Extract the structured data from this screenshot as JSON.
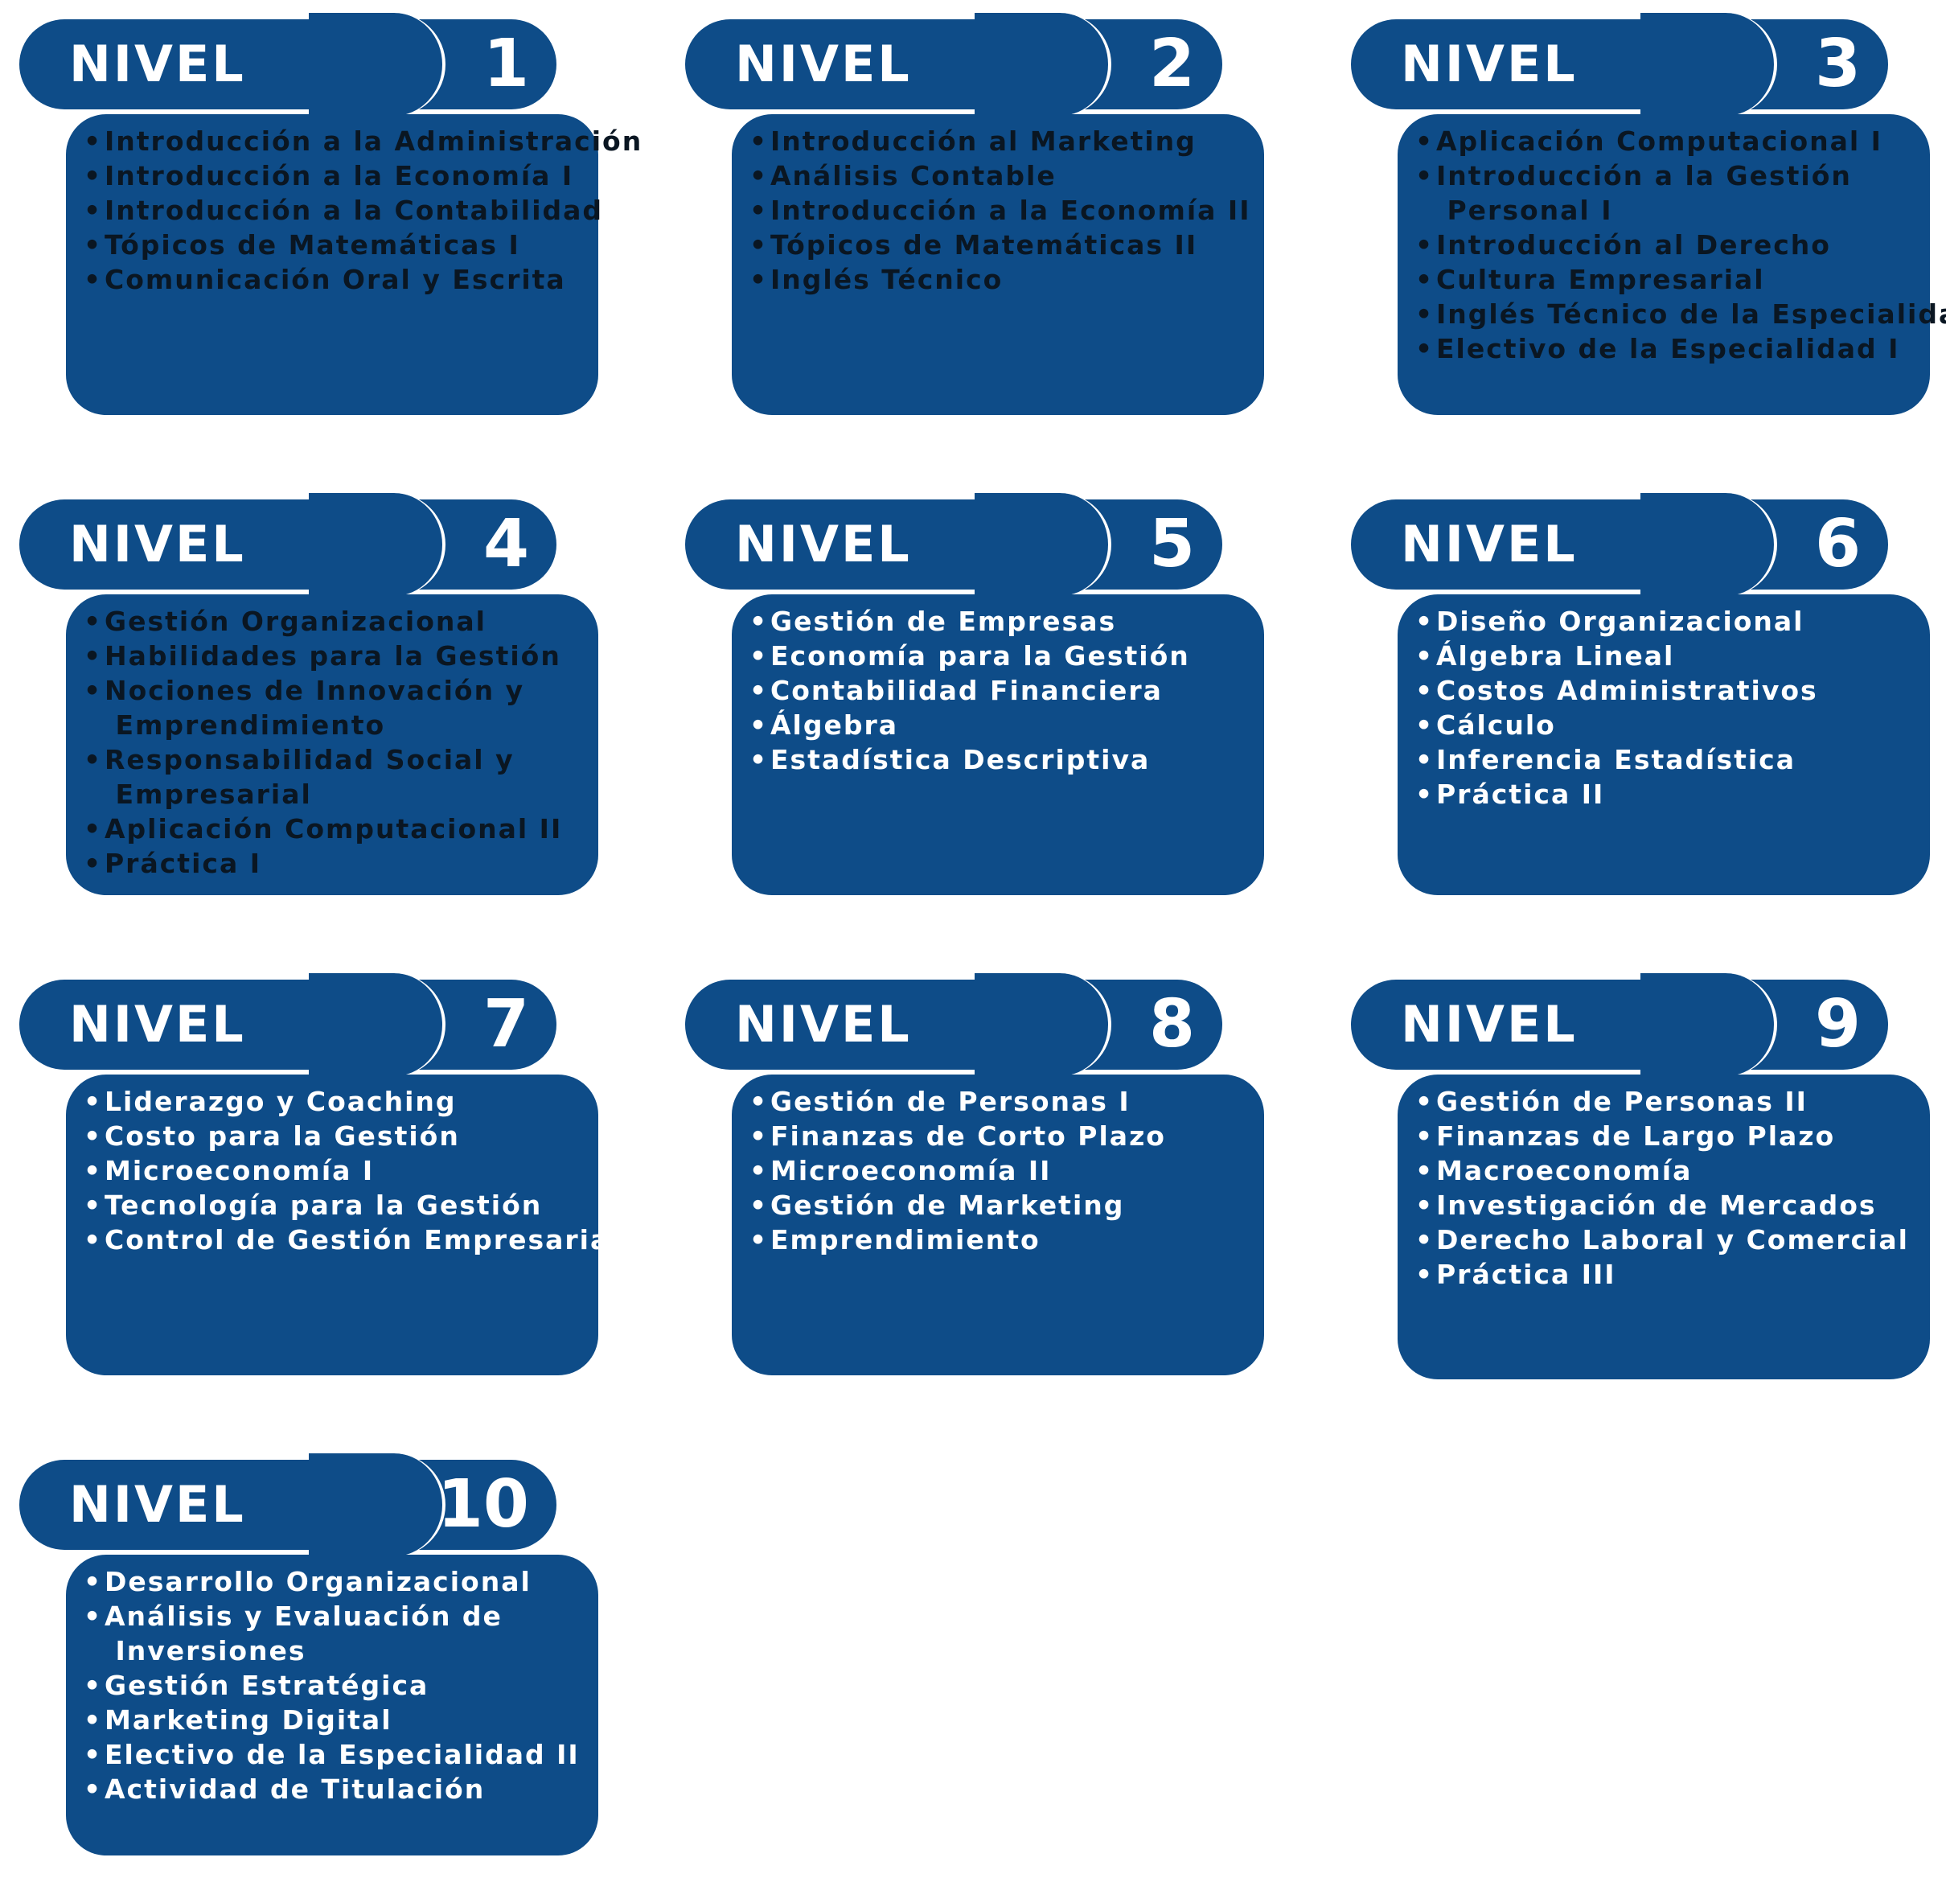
{
  "colors": {
    "panel": "#0e4c88",
    "heading_text": "#ffffff",
    "dark_text": "#0a1622"
  },
  "levels": [
    {
      "label": "NIVEL",
      "number": "1",
      "subjects": [
        "Introducción a la Administración",
        "Introducción a la Economía I",
        "Introducción a la Contabilidad",
        "Tópicos de Matemáticas I",
        "Comunicación Oral y Escrita"
      ]
    },
    {
      "label": "NIVEL",
      "number": "2",
      "subjects": [
        "Introducción al Marketing",
        "Análisis Contable",
        "Introducción a la Economía II",
        "Tópicos de Matemáticas II",
        "Inglés Técnico"
      ]
    },
    {
      "label": "NIVEL",
      "number": "3",
      "subjects": [
        "Aplicación Computacional I",
        "Introducción a la Gestión\n Personal I",
        "Introducción al Derecho",
        "Cultura Empresarial",
        "Inglés Técnico de la Especialidad",
        "Electivo de la Especialidad I"
      ]
    },
    {
      "label": "NIVEL",
      "number": "4",
      "subjects": [
        "Gestión Organizacional",
        "Habilidades para la Gestión",
        "Nociones de Innovación y\n Emprendimiento",
        "Responsabilidad Social y\n Empresarial",
        "Aplicación Computacional II",
        "Práctica I"
      ]
    },
    {
      "label": "NIVEL",
      "number": "5",
      "subjects": [
        "Gestión de Empresas",
        "Economía para la Gestión",
        "Contabilidad Financiera",
        "Álgebra",
        "Estadística Descriptiva"
      ]
    },
    {
      "label": "NIVEL",
      "number": "6",
      "subjects": [
        "Diseño Organizacional",
        "Álgebra Lineal",
        "Costos Administrativos",
        "Cálculo",
        "Inferencia Estadística",
        "Práctica II"
      ]
    },
    {
      "label": "NIVEL",
      "number": "7",
      "subjects": [
        "Liderazgo y Coaching",
        "Costo para la Gestión",
        "Microeconomía I",
        "Tecnología para la Gestión",
        "Control de Gestión Empresarial"
      ]
    },
    {
      "label": "NIVEL",
      "number": "8",
      "subjects": [
        "Gestión de Personas I",
        "Finanzas de Corto Plazo",
        "Microeconomía II",
        "Gestión de Marketing",
        "Emprendimiento"
      ]
    },
    {
      "label": "NIVEL",
      "number": "9",
      "subjects": [
        "Gestión de Personas II",
        "Finanzas de Largo Plazo",
        "Macroeconomía",
        "Investigación de Mercados",
        "Derecho Laboral y Comercial",
        "Práctica III"
      ]
    },
    {
      "label": "NIVEL",
      "number": "10",
      "subjects": [
        "Desarrollo Organizacional",
        "Análisis y Evaluación de\n Inversiones",
        "Gestión Estratégica",
        "Marketing Digital",
        "Electivo de la Especialidad II",
        "Actividad de Titulación"
      ]
    }
  ]
}
